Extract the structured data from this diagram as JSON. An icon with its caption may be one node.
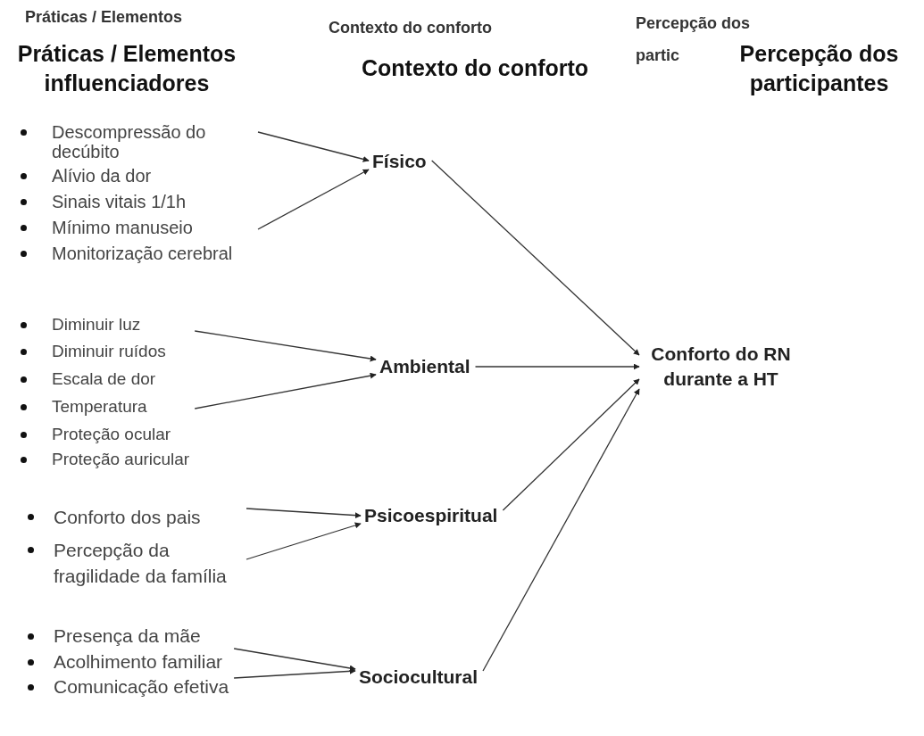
{
  "diagram": {
    "nodes": [
      {
        "text": [
          "Descompressão do decúbito",
          "Alívio da dor",
          "Sinais vitais 1/1h",
          "Mínimo manuseio",
          "Monitorização cerebral"
        ]
      },
      {
        "text": [
          "Físico"
        ]
      },
      {
        "text": [
          "Diminuir luz",
          "Diminuir ruídos",
          "Escala de dor",
          "Temperatura",
          "Proteção ocular",
          "Proteção auricular"
        ]
      },
      {
        "text": [
          "Ambiental"
        ]
      },
      {
        "text": [
          "Conforto dos pais",
          "Percepção da fragilidade da família"
        ]
      },
      {
        "text": [
          "Psicoespiritual"
        ]
      },
      {
        "text": [
          "Presença da mãe",
          "Acolhimento familiar",
          "Comunicação efetiva"
        ]
      },
      {
        "text": [
          "Sociocultural"
        ]
      },
      {
        "text": [
          "Conforto do RN durante a HT"
        ]
      }
    ],
    "edges": [
      {
        "from": 0,
        "to": 1,
        "arrow": "to"
      },
      {
        "from": 0,
        "to": 1,
        "arrow": "to"
      },
      {
        "from": 2,
        "to": 3,
        "arrow": "to"
      },
      {
        "from": 2,
        "to": 3,
        "arrow": "to"
      },
      {
        "from": 4,
        "to": 5,
        "arrow": "to"
      },
      {
        "from": 4,
        "to": 5,
        "arrow": "to"
      },
      {
        "from": 6,
        "to": 7,
        "arrow": "to"
      },
      {
        "from": 6,
        "to": 7,
        "arrow": "to"
      },
      {
        "from": 1,
        "to": 8,
        "arrow": "to"
      },
      {
        "from": 3,
        "to": 8,
        "arrow": "to"
      },
      {
        "from": 5,
        "to": 8,
        "arrow": "to"
      },
      {
        "from": 7,
        "to": 8,
        "arrow": "to"
      }
    ],
    "labels": [
      "Práticas / Elementos",
      "Contexto do conforto",
      "Percepção dos partic",
      "Práticas / Elementos influenciadores",
      "Contexto do conforto",
      "Percepção dos participantes"
    ]
  }
}
